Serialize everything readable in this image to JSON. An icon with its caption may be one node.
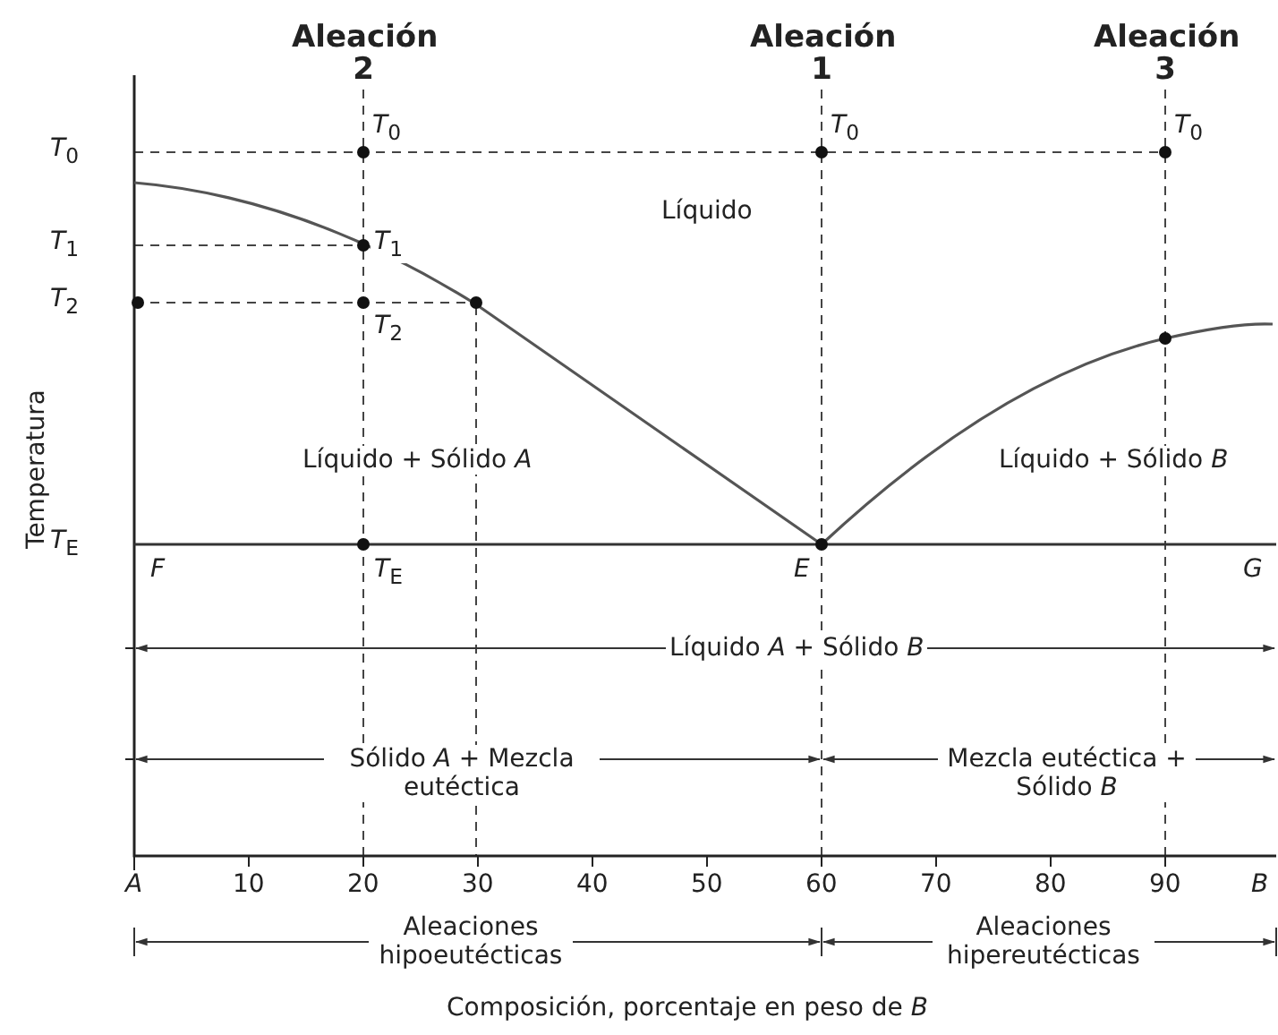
{
  "diagram": {
    "labels": [
      "Aleación 2",
      "Aleación 1",
      "Aleación 3",
      "*T*$_{0}$",
      "*T*$_{0}$",
      "*T*$_{0}$",
      "*T*$_{0}$",
      "Líquido",
      "*T*$_{1}$",
      "*T*$_{1}$",
      "*T*$_{2}$",
      "*T*$_{2}$",
      "Temperatura",
      "Líquido + Sólido *A*",
      "Líquido + Sólido *B*",
      "*T*$_{E}$",
      "F",
      "*T*$_{E}$",
      "E",
      "G",
      "Líquido *A* + Sólido *B*",
      "Sólido *A* + Mezcla eutéctica",
      "Mezcla eutéctica + Sólido *B*",
      "A",
      "10",
      "20",
      "30",
      "40",
      "50",
      "60",
      "70",
      "80",
      "90",
      "B",
      "Aleaciones hipoeutécticas",
      "Aleaciones hipereutécticas",
      "Composición, porcentaje en peso de *B*"
    ]
  }
}
